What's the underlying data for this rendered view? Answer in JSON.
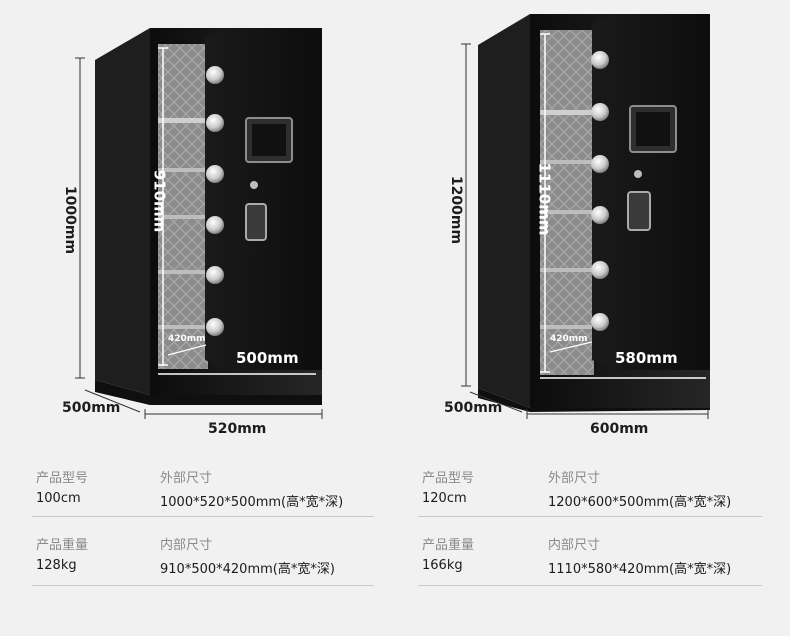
{
  "products": [
    {
      "dims": {
        "outer_height": "1000mm",
        "inner_height": "910mm",
        "inner_width": "500mm",
        "inner_depth": "420mm",
        "outer_depth": "500mm",
        "outer_width": "520mm"
      },
      "specs": {
        "model_label": "产品型号",
        "model_value": "100cm",
        "outer_size_label": "外部尺寸",
        "outer_size_value": "1000*520*500mm(高*宽*深)",
        "weight_label": "产品重量",
        "weight_value": "128kg",
        "inner_size_label": "内部尺寸",
        "inner_size_value": "910*500*420mm(高*宽*深)"
      }
    },
    {
      "dims": {
        "outer_height": "1200mm",
        "inner_height": "1110mm",
        "inner_width": "580mm",
        "inner_depth": "420mm",
        "outer_depth": "500mm",
        "outer_width": "600mm"
      },
      "specs": {
        "model_label": "产品型号",
        "model_value": "120cm",
        "outer_size_label": "外部尺寸",
        "outer_size_value": "1200*600*500mm(高*宽*深)",
        "weight_label": "产品重量",
        "weight_value": "166kg",
        "inner_size_label": "内部尺寸",
        "inner_size_value": "1110*580*420mm(高*宽*深)"
      }
    }
  ],
  "colors": {
    "background": "#f1f1f1",
    "safe_body": "#161616",
    "interior": "#8a8a8a",
    "label_gray": "#8a8a8a"
  }
}
